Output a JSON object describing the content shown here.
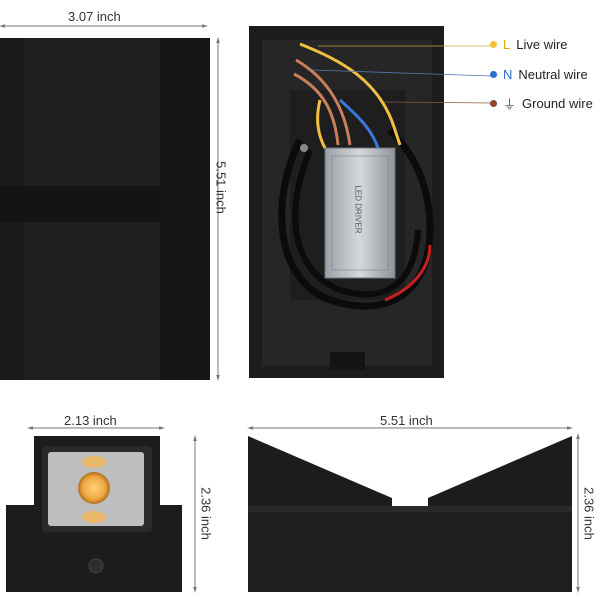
{
  "dimensions": {
    "top_width": "3.07 inch",
    "top_height": "5.51 inch",
    "front_width": "2.13 inch",
    "front_height": "2.36 inch",
    "side_width": "5.51 inch",
    "side_height": "2.36 inch"
  },
  "wires": [
    {
      "code": "L",
      "label": "Live wire",
      "color": "#f2c230"
    },
    {
      "code": "N",
      "label": "Neutral wire",
      "color": "#2a6fd0"
    },
    {
      "code": "⏚",
      "label": "Ground wire",
      "color": "#8a4a2a"
    }
  ],
  "driver_label": "LED DRIVER",
  "colors": {
    "housing": "#1b1b1b",
    "housing_edge": "#2b2b2b",
    "dim_line": "#777777"
  }
}
